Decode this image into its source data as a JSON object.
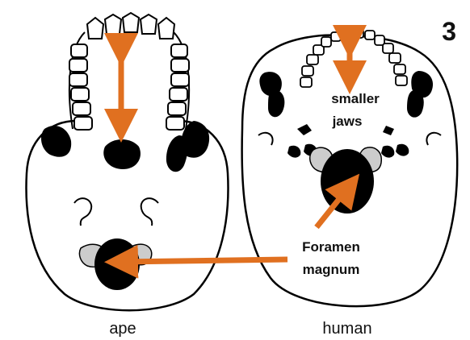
{
  "figure": {
    "number": "3",
    "colors": {
      "outline": "#000000",
      "fill_black": "#000000",
      "fill_gray": "#cccccc",
      "arrow": "#e07020",
      "background": "#ffffff"
    }
  },
  "skulls": {
    "ape": {
      "label": "ape"
    },
    "human": {
      "label": "human"
    }
  },
  "annotations": {
    "jaws_line1": "smaller",
    "jaws_line2": "jaws",
    "foramen_line1": "Foramen",
    "foramen_line2": "magnum"
  }
}
